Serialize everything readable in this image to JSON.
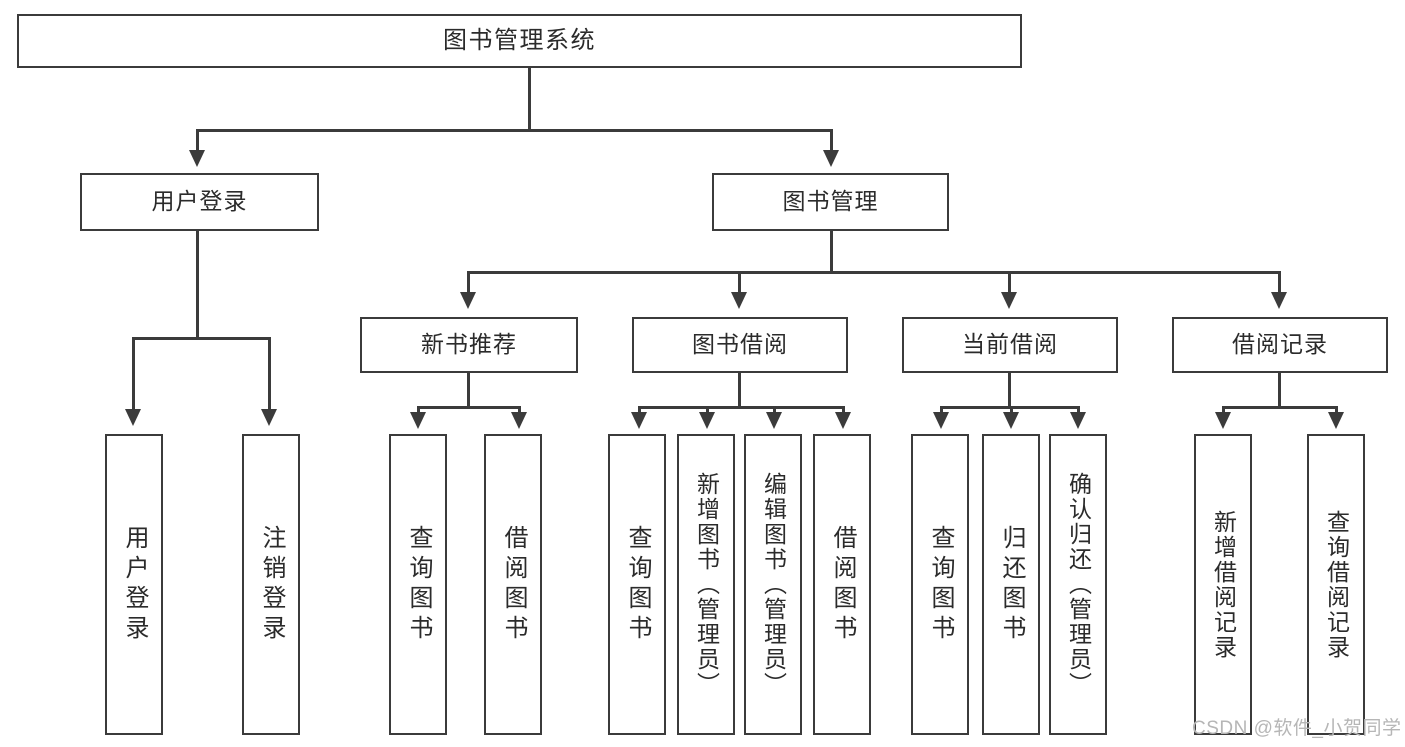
{
  "diagram": {
    "title": "图书管理系统",
    "type": "tree-hierarchy",
    "root": {
      "label": "图书管理系统",
      "children": [
        {
          "label": "用户登录",
          "children": [
            {
              "label": "用户登录"
            },
            {
              "label": "注销登录"
            }
          ]
        },
        {
          "label": "图书管理",
          "children": [
            {
              "label": "新书推荐",
              "children": [
                {
                  "label": "查询图书"
                },
                {
                  "label": "借阅图书"
                }
              ]
            },
            {
              "label": "图书借阅",
              "children": [
                {
                  "label": "查询图书"
                },
                {
                  "label": "新增图书（管理员）"
                },
                {
                  "label": "编辑图书（管理员）"
                },
                {
                  "label": "借阅图书"
                }
              ]
            },
            {
              "label": "当前借阅",
              "children": [
                {
                  "label": "查询图书"
                },
                {
                  "label": "归还图书"
                },
                {
                  "label": "确认归还（管理员）"
                }
              ]
            },
            {
              "label": "借阅记录",
              "children": [
                {
                  "label": "新增借阅记录"
                },
                {
                  "label": "查询借阅记录"
                }
              ]
            }
          ]
        }
      ]
    }
  },
  "nodes": {
    "root": "图书管理系统",
    "l2": {
      "user_login": "用户登录",
      "book_manage": "图书管理"
    },
    "l3": {
      "new_book_rec": "新书推荐",
      "book_borrow": "图书借阅",
      "current_borrow": "当前借阅",
      "borrow_record": "借阅记录"
    },
    "leaves": {
      "user_login": "用户登录",
      "logout": "注销登录",
      "rec_query_book": "查询图书",
      "rec_borrow_book": "借阅图书",
      "brw_query_book": "查询图书",
      "brw_add_book": "新增图书（管理员）",
      "brw_edit_book": "编辑图书（管理员）",
      "brw_borrow_book": "借阅图书",
      "cur_query_book": "查询图书",
      "cur_return_book": "归还图书",
      "cur_confirm_return": "确认归还（管理员）",
      "rec_add_record": "新增借阅记录",
      "rec_query_record": "查询借阅记录"
    }
  },
  "watermark": {
    "text": "CSDN @软件_小贺同学"
  },
  "colors": {
    "stroke": "#3b3b3b",
    "text": "#2b2b2b",
    "background": "#ffffff",
    "watermark": "#b6b6b6"
  }
}
